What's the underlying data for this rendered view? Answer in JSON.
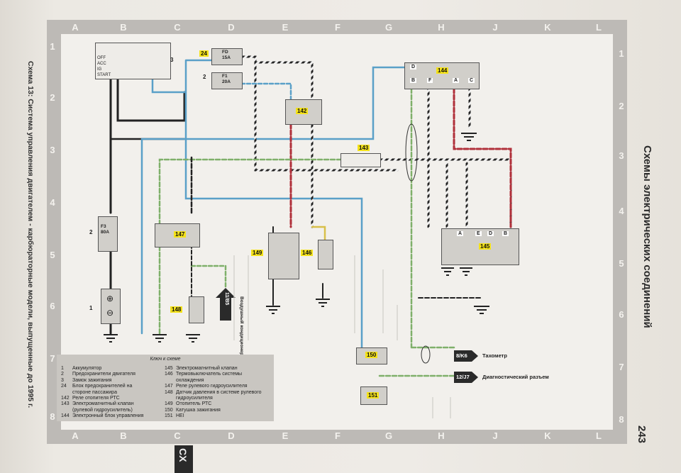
{
  "columns": [
    "A",
    "B",
    "C",
    "D",
    "E",
    "F",
    "G",
    "H",
    "J",
    "K",
    "L"
  ],
  "rows": [
    "1",
    "2",
    "3",
    "4",
    "5",
    "6",
    "7",
    "8"
  ],
  "page_title": "Схемы электрических соединений",
  "page_number": "243",
  "side_tab": "CX",
  "figure_caption": "Схема 13: Система управления двигателем - карбюраторные модели, выпущенные до 1995 г.",
  "ignition_switch": {
    "positions": [
      "OFF",
      "ACC",
      "IG",
      "START"
    ]
  },
  "components": {
    "c1": "1",
    "c2": "2",
    "c3": "3",
    "c24": "24",
    "c142": "142",
    "c143": "143",
    "c144": "144",
    "c145": "145",
    "c146": "146",
    "c147": "147",
    "c148": "148",
    "c149": "149",
    "c150": "150",
    "c151": "151"
  },
  "fuses": {
    "fd": "FD",
    "fd_rating": "15A",
    "f1": "F1",
    "f1_rating": "20A",
    "f3": "F3",
    "f3_rating": "80A"
  },
  "connector_pins_144": [
    "D",
    "B",
    "F",
    "A",
    "C"
  ],
  "connector_pins_145": [
    "A",
    "E",
    "D",
    "B"
  ],
  "connectors": {
    "tacho_ref": "8/K6",
    "tacho_label": "Тахометр",
    "diag_ref": "12/J7",
    "diag_label": "Диагностический разъем",
    "air_ref": "11/B5",
    "air_label": "Воздушный кондиционер"
  },
  "key": {
    "title": "Ключ к схеме",
    "left": [
      {
        "n": "1",
        "t": "Аккумулятор"
      },
      {
        "n": "2",
        "t": "Предохранители двигателя"
      },
      {
        "n": "3",
        "t": "Замок зажигания"
      },
      {
        "n": "24",
        "t": "Блок предохранителей на"
      },
      {
        "n": "",
        "t": "стороне пассажира"
      },
      {
        "n": "142",
        "t": "Реле отопителя РТС"
      },
      {
        "n": "143",
        "t": "Электромагнитный клапан"
      },
      {
        "n": "",
        "t": "(рулевой гидроусилитель)"
      },
      {
        "n": "144",
        "t": "Электронный блок управления"
      }
    ],
    "right": [
      {
        "n": "145",
        "t": "Электромагнитный клапан"
      },
      {
        "n": "146",
        "t": "Термовыключатель системы"
      },
      {
        "n": "",
        "t": "охлаждения"
      },
      {
        "n": "147",
        "t": "Реле рулевого гидроусилителя"
      },
      {
        "n": "148",
        "t": "Датчик давления в системе рулевого"
      },
      {
        "n": "",
        "t": "гидроусилителя"
      },
      {
        "n": "149",
        "t": "Отопитель РТС"
      },
      {
        "n": "150",
        "t": "Катушка зажигания"
      },
      {
        "n": "151",
        "t": "HEI"
      }
    ]
  },
  "colors": {
    "frame": "#bdbab6",
    "inner": "#f2f0ec",
    "highlight": "#f4e21a",
    "wire_blue": "#5aa0c8",
    "wire_green": "#7fb06a",
    "wire_red": "#b0303a",
    "wire_black": "#222222"
  }
}
